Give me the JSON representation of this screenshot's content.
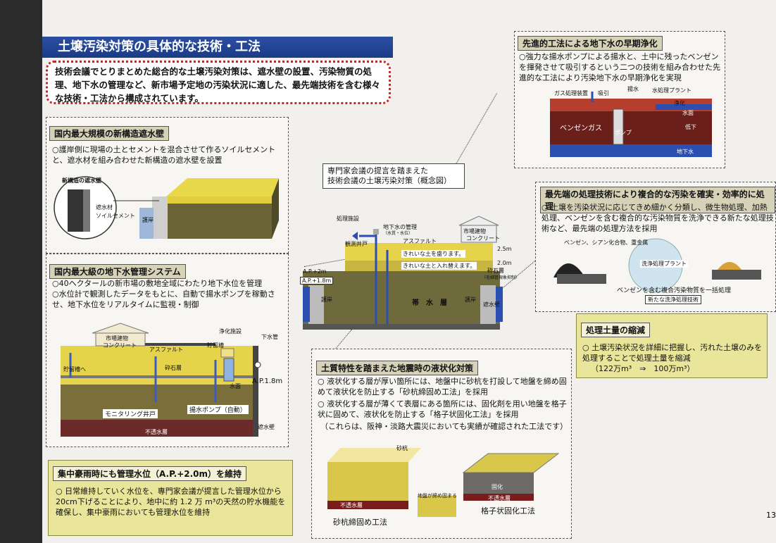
{
  "title": "土壌汚染対策の具体的な技術・工法",
  "intro": "技術会議でとりまとめた総合的な土壌汚染対策は、遮水壁の設置、汚染物質の処理、地下水の管理など、新市場予定地の汚染状況に適した、最先端技術を含む様々な技術・工法から構成されています。",
  "wall": {
    "header": "国内最大規模の新構造遮水壁",
    "body": "○護岸側に現場の土とセメントを混合させて作るソイルセメントと、遮水材を組み合わせた新構造の遮水壁を設置",
    "diagram": {
      "circle_title": "新構造の遮水壁",
      "label1": "遮水材",
      "label2": "ソイルセメント",
      "label3": "護岸"
    }
  },
  "groundwater": {
    "header": "国内最大級の地下水管理システム",
    "body1": "○40ヘクタールの新市場の敷地全域にわたり地下水位を管理",
    "body2": "○水位計で観測したデータをもとに、自動で揚水ポンプを稼動させ、地下水位をリアルタイムに監視・制御",
    "labels": {
      "building": "市場建物",
      "concrete": "コンクリート",
      "asphalt": "アスファルト",
      "purify": "浄化施設",
      "tank": "貯留槽",
      "sewer": "下水管",
      "reservoir": "貯留槽へ",
      "gravel": "砕石層",
      "ap": "A.P.1.8m",
      "surface": "水面",
      "well": "モニタリング井戸",
      "pump": "揚水ポンプ（自動）",
      "impermeable": "不透水層",
      "barrier": "遮水壁"
    }
  },
  "heavyrain": {
    "header": "集中豪雨時にも管理水位（A.P.+2.0m）を維持",
    "body": "○ 日常維持していく水位を、専門家会議が提言した管理水位から20cm下げることにより、地中に約 1.2 万 m³の天然の貯水機能を確保し、集中豪雨においても管理水位を維持"
  },
  "center": {
    "caption1": "専門家会議の提言を踏まえた",
    "caption2": "技術会議の土壌汚染対策（概念図）",
    "labels": {
      "facility": "処理施設",
      "gw": "地下水の管理",
      "gw_sub": "（水質・水位）",
      "building": "市場建物",
      "concrete": "コンクリート",
      "asphalt": "アスファルト",
      "well": "観測井戸",
      "clean_fill": "きれいな土を盛ります。",
      "clean_replace": "きれいな土と入れ替えます。",
      "d25": "2.5m",
      "d20": "2.0m",
      "gravel": "砕石層",
      "gravel_sub": "（毛細管現象抑制）",
      "ap2": "A.P.+2m",
      "ap18": "A.P.+1.8m",
      "aquifer": "帯　水　層",
      "seawall_l": "護岸",
      "seawall_r": "護岸",
      "barrier": "遮水壁"
    }
  },
  "liquefaction": {
    "header": "土質特性を踏まえた地震時の液状化対策",
    "body1": "○ 液状化する層が厚い箇所には、地盤中に砂杭を打設して地盤を締め固めて液状化を防止する「砂杭締固め工法」を採用",
    "body2": "○ 液状化する層が薄くて表層にある箇所には、固化剤を用い地盤を格子状に固めて、液状化を防止する「格子状固化工法」を採用",
    "body3": "（これらは、阪神・淡路大震災においても実績が確認された工法です）",
    "labels": {
      "pile": "砂杭",
      "compacted": "地盤が締め固まる",
      "imp1": "不透水層",
      "solid": "固化",
      "imp2": "不透水層",
      "method1": "砂杭締固め工法",
      "method2": "格子状固化工法"
    }
  },
  "advanced": {
    "header": "先進的工法による地下水の早期浄化",
    "body": "○強力な揚水ポンプによる揚水と、土中に残ったベンゼンを揮発させて吸引するという二つの技術を組み合わせた先進的な工法により汚染地下水の早期浄化を実現",
    "labels": {
      "gas": "ガス処理装置",
      "suction": "吸引",
      "pumping": "揚水",
      "water_plant": "水処理プラント",
      "clean": "浄化",
      "surface": "水面",
      "benzene_gas": "ベンゼンガス",
      "pump": "ポンプ",
      "drop": "低下",
      "underground": "地下水"
    }
  },
  "treatment": {
    "header": "最先端の処理技術により複合的な汚染を確実・効率的に処理",
    "body": "○ 土壌を汚染状況に応じてきめ細かく分類し、微生物処理、加熱処理、ベンゼンを含む複合的な汚染物質を洗浄できる新たな処理技術など、最先端の処理方法を採用",
    "labels": {
      "contaminants": "ベンゼン、シアン化合物、重金属",
      "plant": "洗浄処理プラント",
      "caption": "ベンゼンを含む複合汚染物質を一括処理",
      "new_tech": "新たな洗浄処理技術"
    }
  },
  "reduction": {
    "header": "処理土量の縮減",
    "body": "○ 土壌汚染状況を詳細に把握し、汚れた土壌のみを処理することで処理土量を縮減",
    "formula": "（122万m³　⇒　100万m³）"
  },
  "page_number": "13",
  "colors": {
    "title_blue": "#1f3f8f",
    "intro_border": "#c4262e",
    "soil_yellow": "#d9c74a",
    "water_blue": "#2a4fb0"
  }
}
